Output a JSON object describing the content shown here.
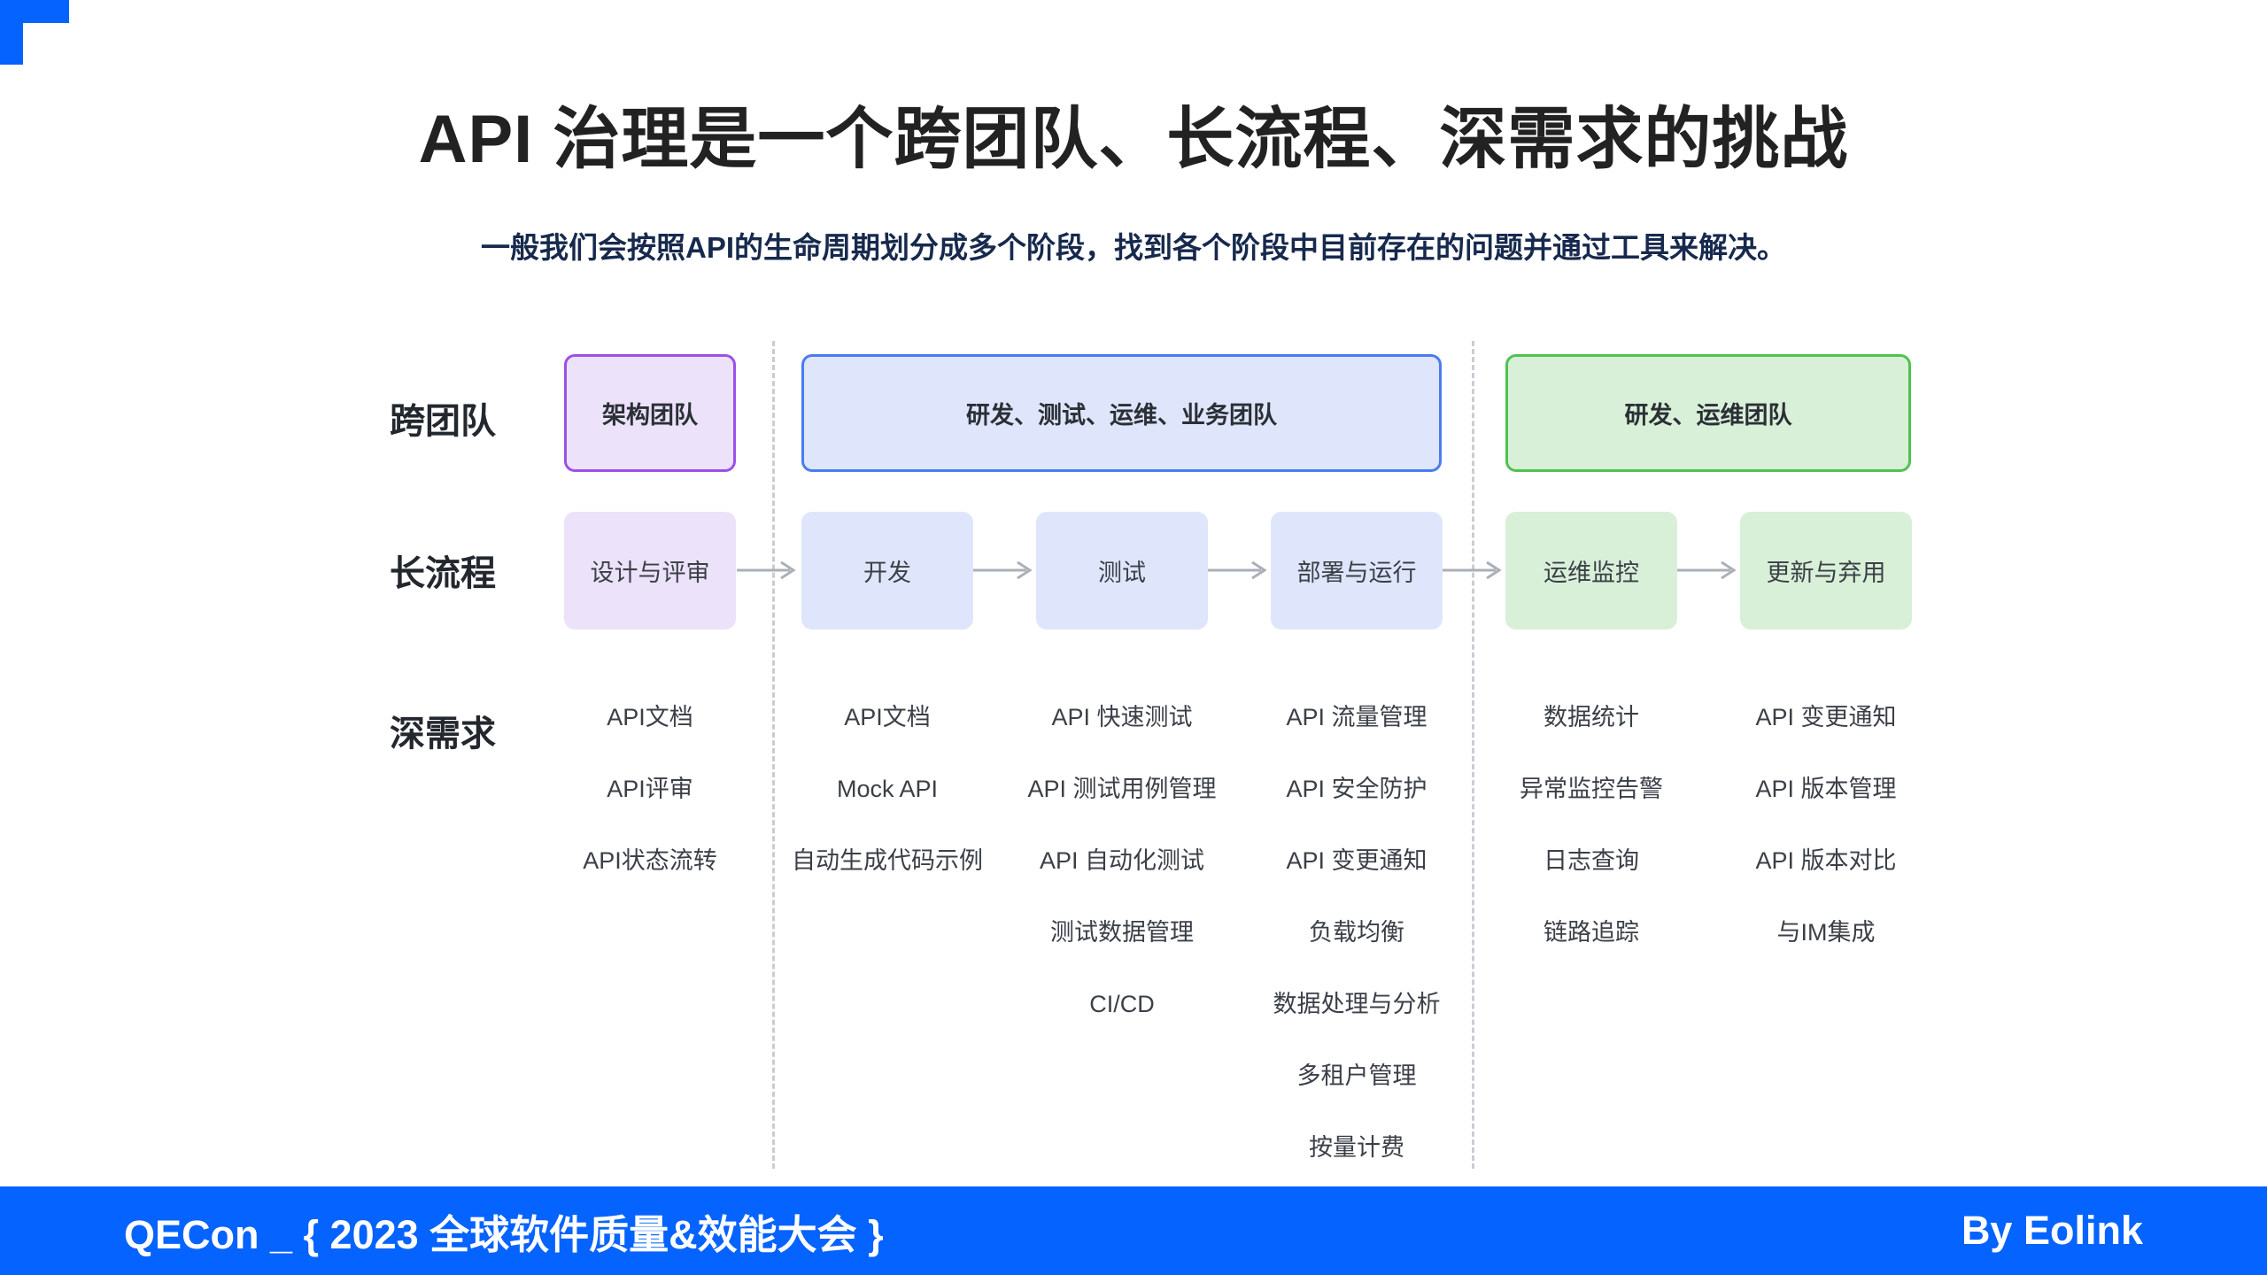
{
  "header": {
    "title": "API 治理是一个跨团队、长流程、深需求的挑战",
    "subtitle": "一般我们会按照API的生命周期划分成多个阶段，找到各个阶段中目前存在的问题并通过工具来解决。",
    "corner_icon": "corner-bracket-icon"
  },
  "colors": {
    "brand_blue": "#0563ff",
    "purple_fill": "#ece2fa",
    "purple_border": "#9b51e8",
    "blue_fill": "#dfe6fb",
    "blue_border": "#4a7cf0",
    "green_fill": "#d8f0d8",
    "green_border": "#4fc24f",
    "divider": "#c9cdd4",
    "title_text": "#222222",
    "subtitle_text": "#17294d",
    "body_text": "#3b3f47"
  },
  "rows": {
    "teams_label": "跨团队",
    "process_label": "长流程",
    "needs_label": "深需求"
  },
  "teams": [
    {
      "label": "架构团队",
      "tone": "purple"
    },
    {
      "label": "研发、测试、运维、业务团队",
      "tone": "blue"
    },
    {
      "label": "研发、运维团队",
      "tone": "green"
    }
  ],
  "process": [
    {
      "label": "设计与评审",
      "tone": "p-purple"
    },
    {
      "label": "开发",
      "tone": "p-blue"
    },
    {
      "label": "测试",
      "tone": "p-blue"
    },
    {
      "label": "部署与运行",
      "tone": "p-blue"
    },
    {
      "label": "运维监控",
      "tone": "p-green"
    },
    {
      "label": "更新与弃用",
      "tone": "p-green"
    }
  ],
  "needs": [
    {
      "stage": "设计与评审",
      "items": [
        "API文档",
        "API评审",
        "API状态流转"
      ]
    },
    {
      "stage": "开发",
      "items": [
        "API文档",
        "Mock API",
        "自动生成代码示例"
      ]
    },
    {
      "stage": "测试",
      "items": [
        "API 快速测试",
        "API 测试用例管理",
        "API 自动化测试",
        "测试数据管理",
        "CI/CD"
      ]
    },
    {
      "stage": "部署与运行",
      "items": [
        "API 流量管理",
        "API 安全防护",
        "API 变更通知",
        "负载均衡",
        "数据处理与分析",
        "多租户管理",
        "按量计费"
      ]
    },
    {
      "stage": "运维监控",
      "items": [
        "数据统计",
        "异常监控告警",
        "日志查询",
        "链路追踪"
      ]
    },
    {
      "stage": "更新与弃用",
      "items": [
        "API 变更通知",
        "API 版本管理",
        "API 版本对比",
        "与IM集成"
      ]
    }
  ],
  "footer": {
    "left": "QECon _ { 2023 全球软件质量&效能大会 }",
    "right": "By Eolink"
  }
}
